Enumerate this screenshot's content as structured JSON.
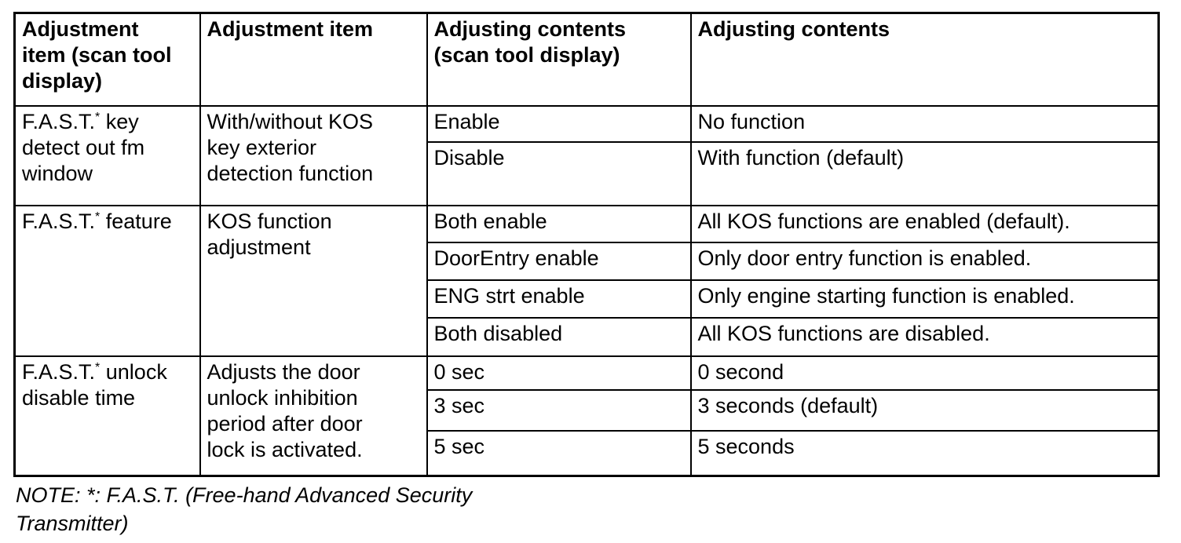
{
  "table": {
    "columns": [
      "Adjustment item (scan tool display)",
      "Adjustment item",
      "Adjusting contents (scan tool display)",
      "Adjusting contents"
    ],
    "groups": [
      {
        "item_scan": {
          "prefix": "F.A.S.T.",
          "sup": "*",
          "rest": " key detect out fm window"
        },
        "item": "With/without KOS key exterior detection function",
        "rows": [
          {
            "content_scan": "Enable",
            "content": "No function"
          },
          {
            "content_scan": "Disable",
            "content": "With function (default)"
          }
        ]
      },
      {
        "item_scan": {
          "prefix": "F.A.S.T.",
          "sup": "*",
          "rest": " feature"
        },
        "item": "KOS function adjustment",
        "rows": [
          {
            "content_scan": "Both enable",
            "content": "All KOS functions are enabled (default)."
          },
          {
            "content_scan": "DoorEntry enable",
            "content": "Only door entry function is enabled."
          },
          {
            "content_scan": "ENG strt enable",
            "content": "Only engine starting function is enabled."
          },
          {
            "content_scan": "Both disabled",
            "content": "All KOS functions are disabled."
          }
        ]
      },
      {
        "item_scan": {
          "prefix": "F.A.S.T.",
          "sup": "*",
          "rest": " unlock disable time"
        },
        "item": "Adjusts the door unlock inhibition period after door lock is activated.",
        "rows": [
          {
            "content_scan": "0 sec",
            "content": "0 second"
          },
          {
            "content_scan": "3 sec",
            "content": "3 seconds (default)"
          },
          {
            "content_scan": "5 sec",
            "content": "5 seconds"
          }
        ]
      }
    ]
  },
  "note": {
    "line1": "NOTE: *: F.A.S.T. (Free-hand Advanced Security",
    "line2": "Transmitter)"
  },
  "colors": {
    "text": "#000000",
    "border": "#000000",
    "background": "#ffffff"
  }
}
